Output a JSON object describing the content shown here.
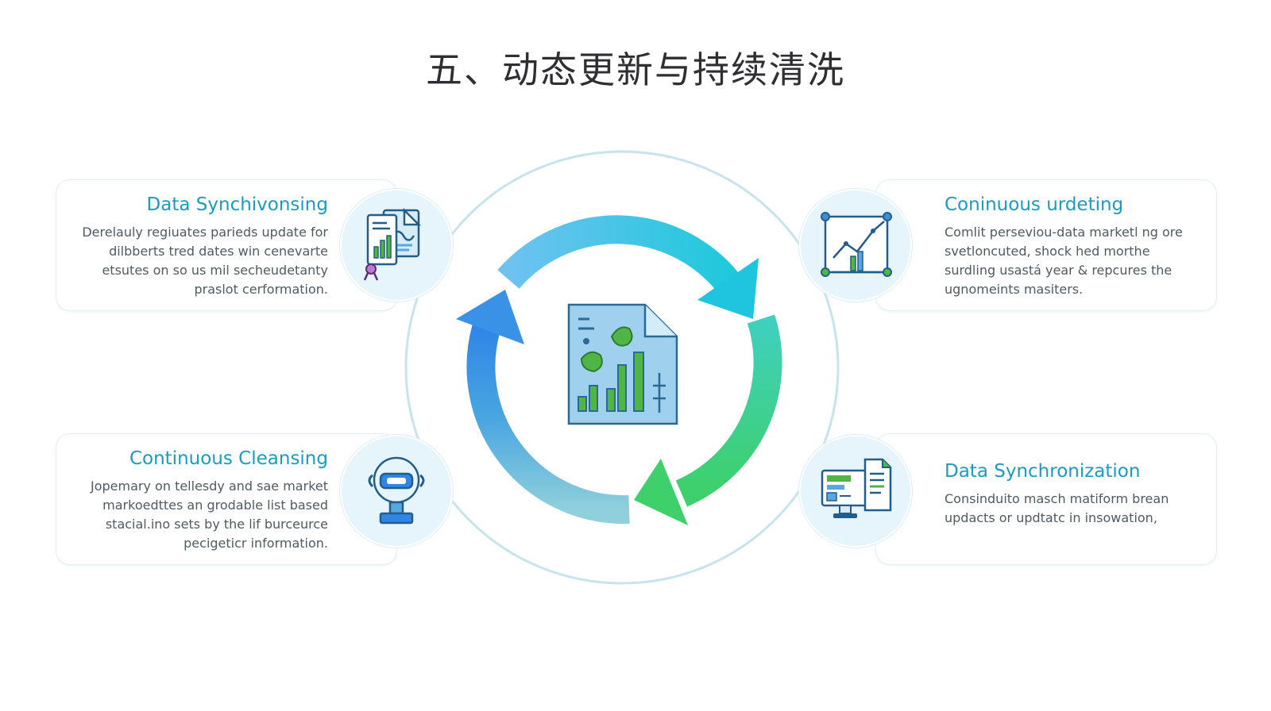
{
  "title": "五、动态更新与持续清洗",
  "cards": [
    {
      "title": "Data Synchivonsing",
      "body": "Derelauly regiuates parieds update for\ndilbberts tred dates win cenevarte\netsutes on so us mil secheudetanty\npraslot cerformation.",
      "icon": "document-chart-icon"
    },
    {
      "title": "Coninuous urdeting",
      "body": "Comlit perseviou-data marketl ng ore\nsvetloncuted, shock hed morthe\nsurdling usastá year & repcures the\nugnomeints masiters.",
      "icon": "trend-chart-icon"
    },
    {
      "title": "Continuous Cleansing",
      "body": "Jopemary on tellesdy and sae market\nmarkoedttes an grodable list based\nstacial.ino sets by the lif burceurce\npecigeticr information.",
      "icon": "robot-cleaner-icon"
    },
    {
      "title": "Data Synchronization",
      "body": "Consinduito masch matiform brean\nupdacts or updtatc in insowation,",
      "icon": "monitor-document-icon"
    }
  ],
  "center_icon": "data-report-icon",
  "colors": {
    "title": "#2e2e33",
    "card_title": "#1b9bc0",
    "body_text": "#4f5a61",
    "ring": "#c6e3ee",
    "arrow_blue": "#3a90e0",
    "arrow_cyan": "#22c8e0",
    "arrow_green": "#3ed06a"
  }
}
